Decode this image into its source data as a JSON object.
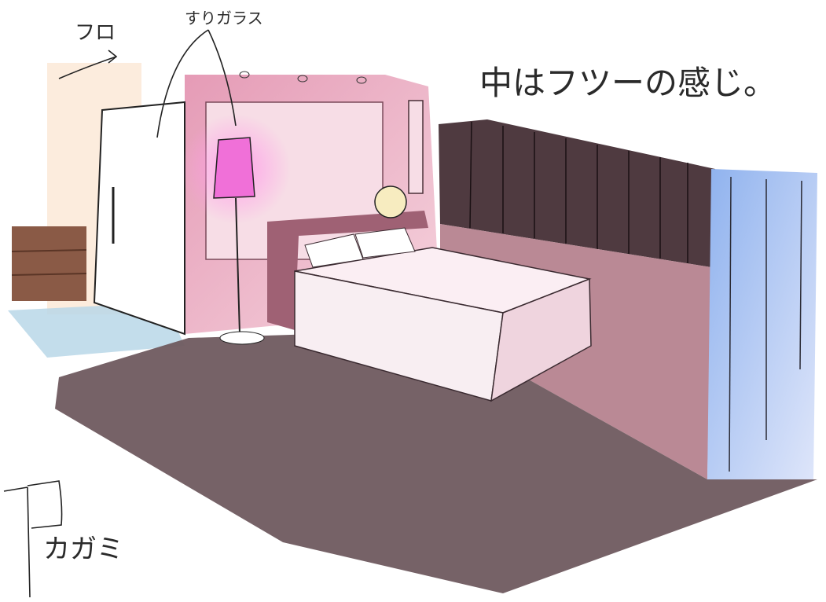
{
  "annotations": {
    "bath": "フロ",
    "frosted_glass": "すりガラス",
    "caption": "中はフツーの感じ。",
    "mirror": "カガミ"
  },
  "colors": {
    "floor": "#6f5a5f",
    "wall_pink": "#e7a7bc",
    "headboard_wall": "#4f3a40",
    "lamp_shade": "#f070d8",
    "window_blue": "#b9cff5",
    "door": "#ffffff",
    "dresser": "#8a5a46",
    "bath_floor": "#b9d7e7",
    "bed": "#f8eef2"
  },
  "icons": [
    "floor-lamp-icon",
    "bedside-lamp-icon",
    "door-icon",
    "bed-icon",
    "mirror-icon"
  ]
}
